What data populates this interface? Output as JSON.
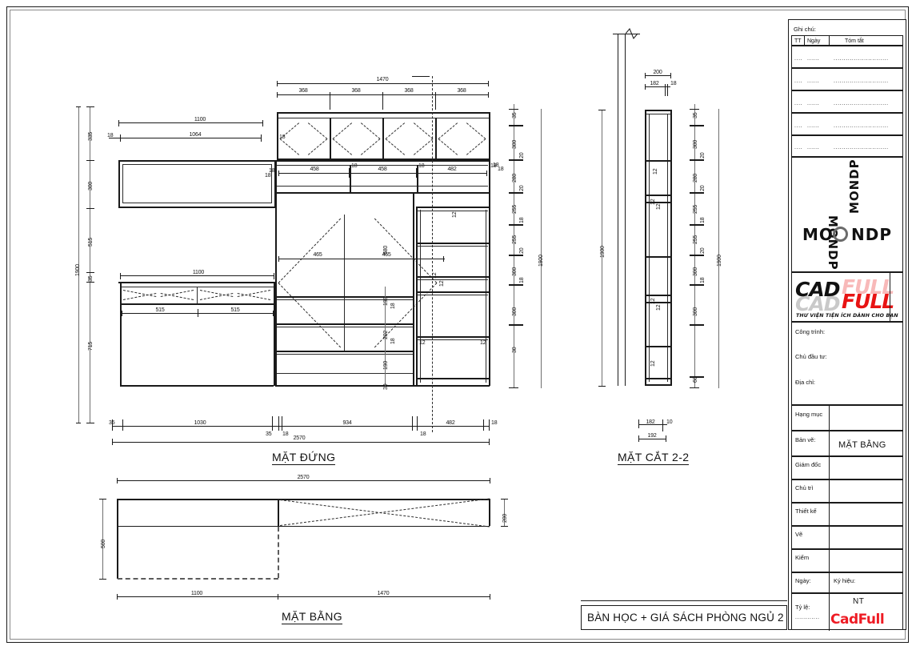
{
  "sheet": {
    "bottom_title": "BÀN HỌC + GIÁ SÁCH PHÒNG NGỦ 2"
  },
  "views": {
    "elevation": {
      "title": "MẶT ĐỨNG"
    },
    "section": {
      "title": "MẶT CẮT 2-2"
    },
    "plan": {
      "title": "MẶT BẰNG"
    }
  },
  "elevation_dims": {
    "top_total": "1470",
    "top_parts": [
      "368",
      "368",
      "368",
      "368"
    ],
    "left_upper_width": "1100",
    "left_upper_inner": "1064",
    "left_upper_edge": "18",
    "left_lower_width": "1100",
    "drawer_left": "515",
    "drawer_right": "515",
    "left_stack": [
      "335",
      "300",
      "515",
      "35",
      "715"
    ],
    "left_total": "1900",
    "mid_row_doors": [
      "458",
      "458",
      "482"
    ],
    "mid_edges": [
      "18",
      "18",
      "18",
      "18"
    ],
    "mid_panel_w_left": "465",
    "mid_panel_w_right": "465",
    "mid_panel_h": "580",
    "mid_shelf_stack": [
      "190",
      "18",
      "202",
      "18",
      "190",
      "30"
    ],
    "right_thickness": [
      "12",
      "12",
      "12",
      "12",
      "12",
      "12"
    ],
    "right_stack": [
      "35",
      "300",
      "20",
      "280",
      "20",
      "255",
      "18",
      "255",
      "20",
      "300",
      "18",
      "300",
      "30"
    ],
    "right_total": "1900",
    "bottom_parts": [
      "35",
      "1030",
      "35",
      "18",
      "934",
      "18",
      "482",
      "18"
    ],
    "bottom_total": "2570",
    "panel_thick_marks": [
      "18",
      "18",
      "18",
      "18",
      "18"
    ]
  },
  "section_dims": {
    "top_total": "200",
    "top_parts": [
      "182",
      "18"
    ],
    "height_total": "1900",
    "right_stack": [
      "35",
      "300",
      "20",
      "280",
      "20",
      "255",
      "18",
      "255",
      "20",
      "300",
      "18",
      "300",
      "60"
    ],
    "shelf_thickness": [
      "12",
      "12",
      "12",
      "12",
      "12",
      "12"
    ],
    "bottom_parts": [
      "182",
      "10"
    ],
    "bottom_total": "192"
  },
  "plan_dims": {
    "total": "2570",
    "left_part": "1100",
    "right_part": "1470",
    "depth_left": "500",
    "depth_right": "200"
  },
  "notes_block": {
    "title": "Ghi chú:",
    "columns": [
      "TT",
      "Ngày",
      "Tóm tắt"
    ],
    "rows": [
      {
        "tt": "....",
        "ngay": "......",
        "tomtat": "..........................."
      },
      {
        "tt": "....",
        "ngay": "......",
        "tomtat": "..........................."
      },
      {
        "tt": "....",
        "ngay": "......",
        "tomtat": "..........................."
      },
      {
        "tt": "....",
        "ngay": "......",
        "tomtat": "..........................."
      },
      {
        "tt": "....",
        "ngay": "......",
        "tomtat": "..........................."
      }
    ]
  },
  "logo": {
    "mondp_horizontal": "M NDP",
    "mondp_left": "MO",
    "mondp_right": "NDP",
    "mondp_vertical_top": "MONDP",
    "mondp_vertical_bottom": "MONDP",
    "cad": "CAD",
    "full": "FULL",
    "tagline": "THƯ VIỆN TIỆN ÍCH DÀNH CHO BẠN"
  },
  "title_block": {
    "project_label": "Công trình:",
    "project_value": "",
    "investor_label": "Chủ đầu tư:",
    "investor_value": "",
    "address_label": "Địa chỉ:",
    "address_value": "",
    "rows": [
      {
        "label": "Hạng mục",
        "value": ""
      },
      {
        "label": "Bản vẽ:",
        "value": "MẶT BẰNG"
      },
      {
        "label": "Giám đốc",
        "value": ""
      },
      {
        "label": "Chủ trì",
        "value": ""
      },
      {
        "label": "Thiết kế",
        "value": ""
      },
      {
        "label": "Vẽ",
        "value": ""
      },
      {
        "label": "Kiểm",
        "value": ""
      }
    ],
    "date_label": "Ngày:",
    "symbol_label": "Ký hiệu:",
    "symbol_value": "NT",
    "scale_label": "Tỷ lệ:",
    "scale_value": "............",
    "watermark": "CadFull"
  },
  "colors": {
    "line": "#1a1a1a",
    "grey_line": "#6f6f6f",
    "red": "#ee1b24",
    "cad_red": "#e81313",
    "ghost_grey": "#c9c9c9"
  }
}
